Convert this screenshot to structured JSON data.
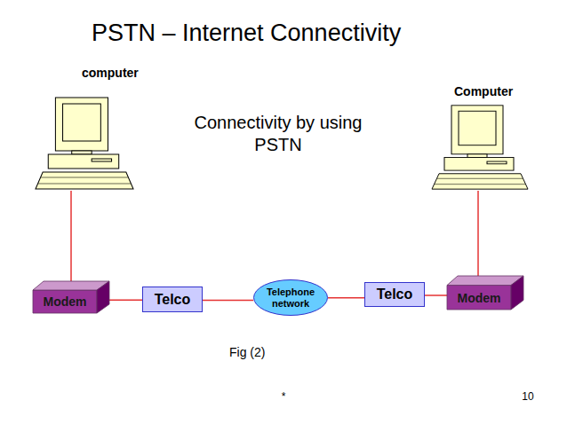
{
  "diagram": {
    "title": "PSTN – Internet Connectivity",
    "caption": "Fig (2)",
    "nodes": [
      {
        "text": [
          "computer"
        ]
      },
      {
        "text": [
          "Computer"
        ]
      },
      {
        "text": [
          "Modem"
        ]
      },
      {
        "text": [
          "Telco"
        ]
      },
      {
        "text": [
          "Telephone network"
        ]
      },
      {
        "text": [
          "Telco"
        ]
      },
      {
        "text": [
          "Modem"
        ]
      }
    ],
    "edges": [
      {
        "from": 0,
        "to": 2,
        "arrow": "none"
      },
      {
        "from": 2,
        "to": 3,
        "arrow": "none"
      },
      {
        "from": 3,
        "to": 4,
        "arrow": "none"
      },
      {
        "from": 4,
        "to": 5,
        "arrow": "none"
      },
      {
        "from": 5,
        "to": 6,
        "arrow": "none"
      },
      {
        "from": 6,
        "to": 1,
        "arrow": "none"
      }
    ],
    "labels": [
      "Connectivity by using PSTN",
      "*",
      "10"
    ]
  }
}
